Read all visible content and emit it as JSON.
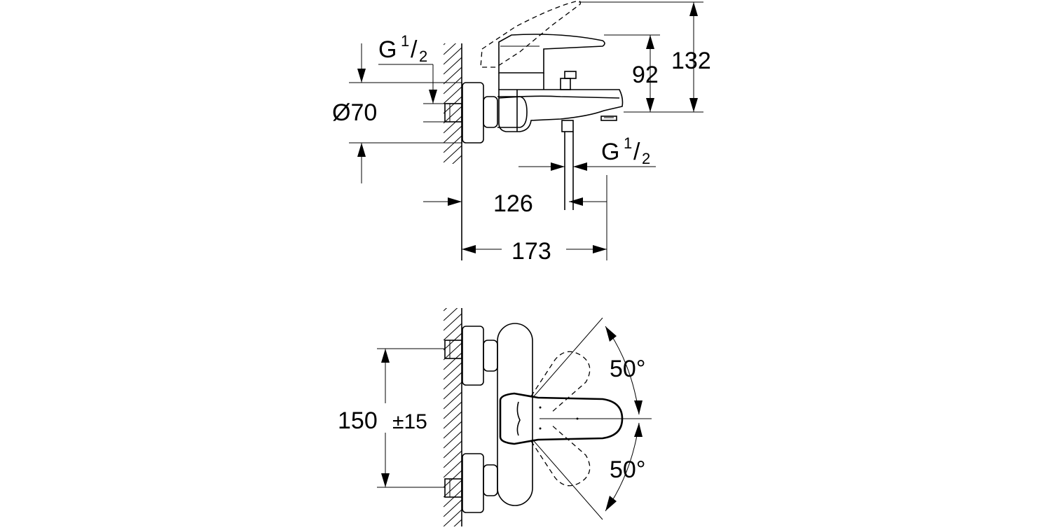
{
  "diagram": {
    "side_view": {
      "dim_thread_inlet": {
        "base": "G",
        "num": "1",
        "den": "2"
      },
      "dim_flange_diameter": "Ø70",
      "dim_lever_height": "92",
      "dim_total_height": "132",
      "dim_thread_outlet": {
        "base": "G",
        "num": "1",
        "den": "2"
      },
      "dim_outlet_distance": "126",
      "dim_total_projection": "173"
    },
    "top_view": {
      "dim_center_distance": "150",
      "dim_center_tolerance": "±15",
      "dim_angle_up": "50°",
      "dim_angle_down": "50°"
    }
  }
}
